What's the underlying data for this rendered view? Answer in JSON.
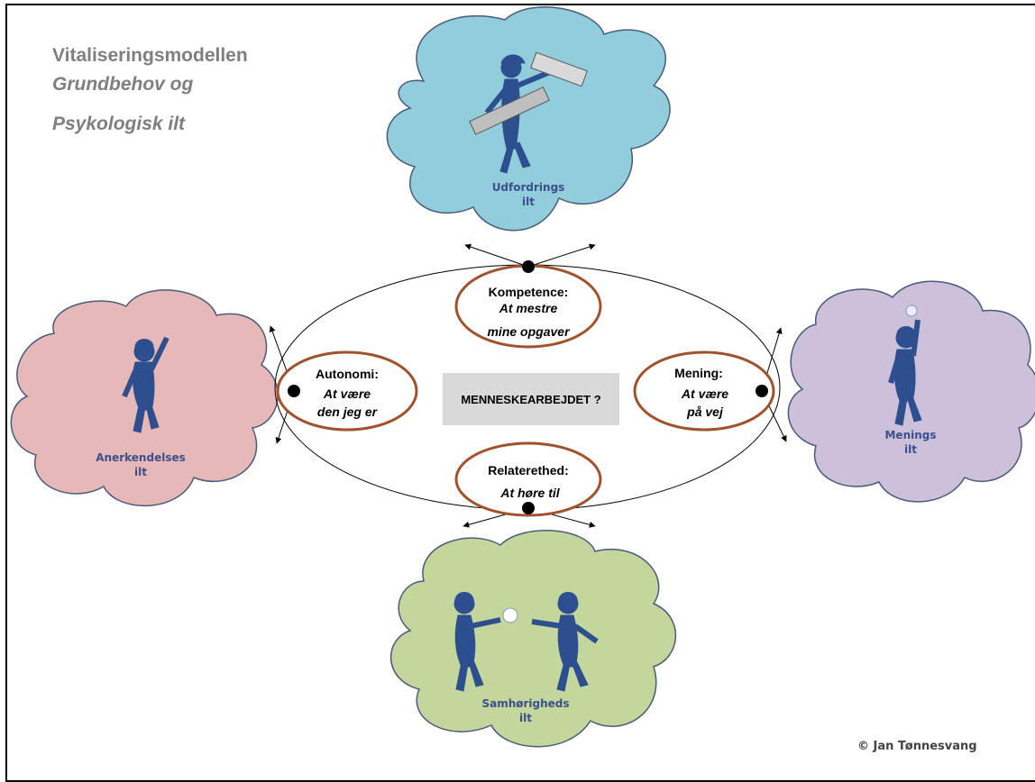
{
  "title": {
    "line1": "Vitaliseringsmodellen",
    "line2": "Grundbehov og",
    "line3": "Psykologisk ilt"
  },
  "clouds": {
    "top": {
      "line1": "Udfordrings",
      "line2": "ilt",
      "color": "#92cddc"
    },
    "left": {
      "line1": "Anerkendelses",
      "line2": "ilt",
      "color": "#e6b9b8"
    },
    "right": {
      "line1": "Menings",
      "line2": "ilt",
      "color": "#ccc0da"
    },
    "bottom": {
      "line1": "Samhørigheds",
      "line2": "ilt",
      "color": "#c3d69b"
    }
  },
  "needs": {
    "top": {
      "head": "Kompetence:",
      "line1": "At mestre",
      "line2": "mine opgaver"
    },
    "left": {
      "head": "Autonomi:",
      "line1": "At være",
      "line2": "den jeg er"
    },
    "right": {
      "head": "Mening:",
      "line1": "At være",
      "line2": "på vej"
    },
    "bottom": {
      "head": "Relaterethed:",
      "line1": "At høre til"
    }
  },
  "center": {
    "label": "MENNESKEARBEJDET ?"
  },
  "copyright": "© Jan Tønnesvang",
  "colors": {
    "oval_border": "#a0522d",
    "figure": "#2e4f8f",
    "title_gray": "#7f7f7f",
    "center_box": "#d9d9d9"
  },
  "icons": [
    "hammer-figure-icon",
    "waving-figure-icon",
    "lightbulb-figure-icon",
    "two-figures-flower-icon"
  ]
}
